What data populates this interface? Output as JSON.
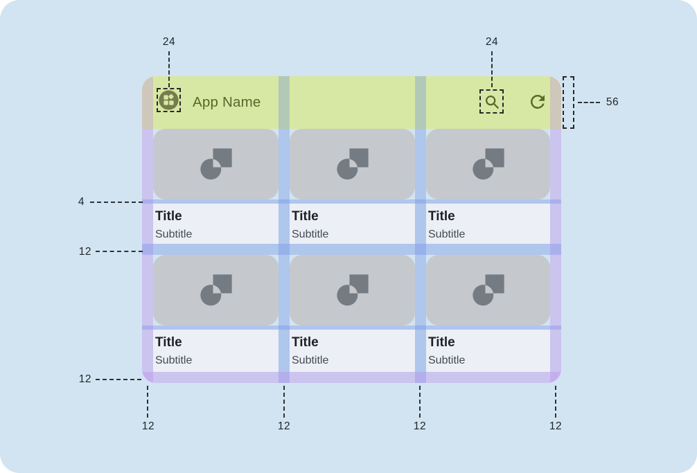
{
  "app": {
    "name": "App Name",
    "appbar_icons": [
      "app-grid-logo",
      "search",
      "refresh"
    ]
  },
  "cards": [
    {
      "title": "Title",
      "subtitle": "Subtitle"
    },
    {
      "title": "Title",
      "subtitle": "Subtitle"
    },
    {
      "title": "Title",
      "subtitle": "Subtitle"
    },
    {
      "title": "Title",
      "subtitle": "Subtitle"
    },
    {
      "title": "Title",
      "subtitle": "Subtitle"
    },
    {
      "title": "Title",
      "subtitle": "Subtitle"
    }
  ],
  "annotations": {
    "nav_icon_size": "24",
    "action_icon_size": "24",
    "appbar_height": "56",
    "image_text_gap": "4",
    "row_gap": "12",
    "bottom_margin": "12",
    "bottom_edge": [
      "12",
      "12",
      "12",
      "12"
    ]
  },
  "colors": {
    "canvas_bg": "#d2e4f1",
    "appbar_bg": "#d7e8a4",
    "appbar_fg": "#57662a",
    "card_image_bg": "#c5c9ce",
    "card_image_icon": "#757b82",
    "card_text_bg": "#edeff6",
    "margin_overlay": "#cdb0ea",
    "gutter_overlay": "#aec5ec"
  }
}
